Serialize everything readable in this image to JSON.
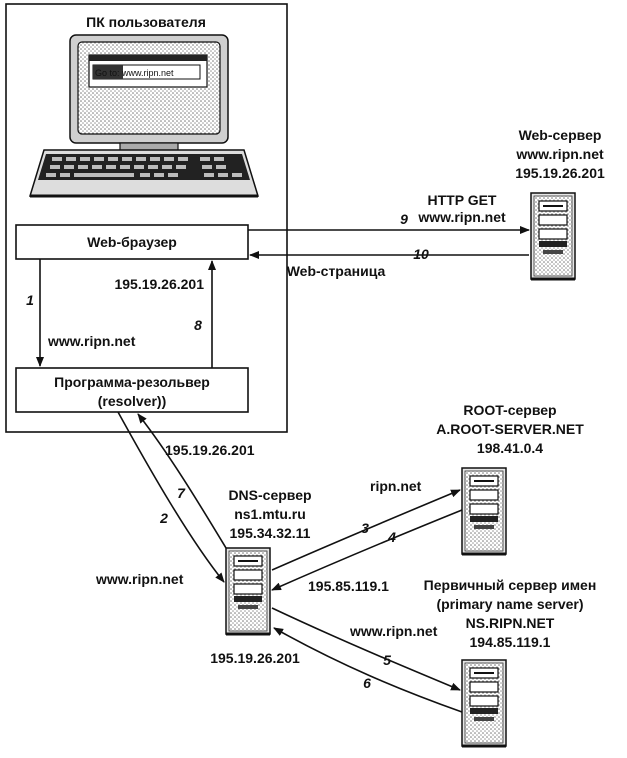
{
  "pc": {
    "title": "ПК пользователя",
    "screen_text": "Go to: www.ripn.net",
    "browser_label": "Web-браузер",
    "resolver_label_1": "Программа-резольвер",
    "resolver_label_2": "(resolver))"
  },
  "web_server": {
    "line1": "Web-сервер",
    "line2": "www.ripn.net",
    "line3": "195.19.26.201"
  },
  "root_server": {
    "line1": "ROOT-сервер",
    "line2": "A.ROOT-SERVER.NET",
    "line3": "198.41.0.4"
  },
  "dns_server": {
    "line1": "DNS-сервер",
    "line2": "ns1.mtu.ru",
    "line3": "195.34.32.11"
  },
  "primary_server": {
    "line1": "Первичный сервер имен",
    "line2": "(primary name server)",
    "line3": "NS.RIPN.NET",
    "line4": "194.85.119.1"
  },
  "labels": {
    "http_get_1": "HTTP GET",
    "http_get_2": "www.ripn.net",
    "web_page": "Web-страница",
    "ip_8": "195.19.26.201",
    "query_1": "www.ripn.net",
    "ip_7": "195.19.26.201",
    "query_2": "www.ripn.net",
    "query_3": "ripn.net",
    "ip_4": "195.85.119.1",
    "query_5": "www.ripn.net",
    "ip_6": "195.19.26.201"
  },
  "steps": {
    "s1": "1",
    "s2": "2",
    "s3": "3",
    "s4": "4",
    "s5": "5",
    "s6": "6",
    "s7": "7",
    "s8": "8",
    "s9": "9",
    "s10": "10"
  }
}
